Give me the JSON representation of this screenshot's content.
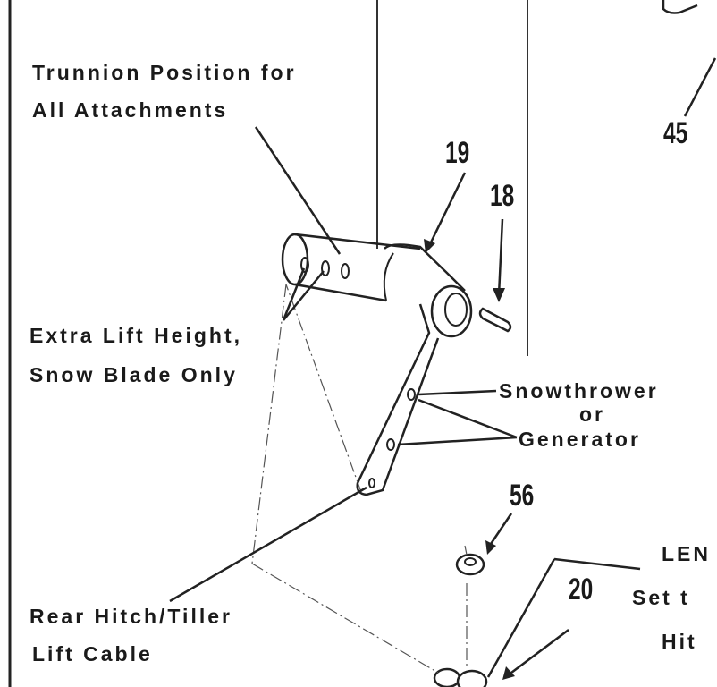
{
  "diagram": {
    "callouts": {
      "trunnion_line1": "Trunnion Position for",
      "trunnion_line2": "All Attachments",
      "extra_line1": "Extra Lift Height,",
      "extra_line2": "Snow Blade Only",
      "snow_line1": "Snowthrower",
      "snow_line2": "or",
      "snow_line3": "Generator",
      "rear_line1": "Rear Hitch/Tiller",
      "rear_line2": "Lift Cable",
      "len_partial": "LEN",
      "set_partial": "Set t",
      "hit_partial": "Hit"
    },
    "part_numbers": {
      "p19": "19",
      "p18": "18",
      "p45": "45",
      "p56": "56",
      "p20": "20"
    }
  }
}
